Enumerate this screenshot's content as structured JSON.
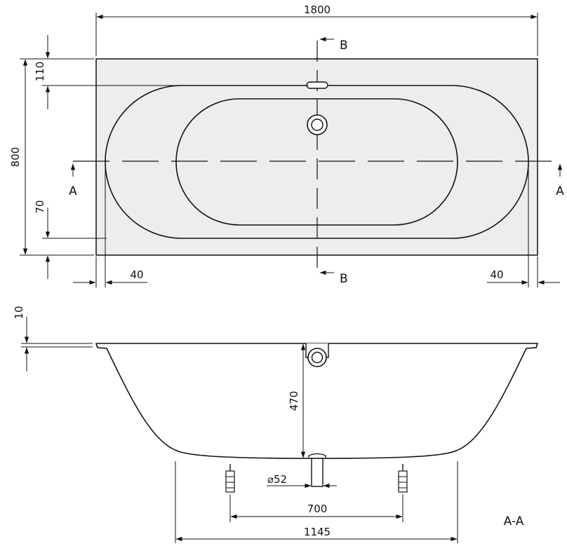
{
  "top_view": {
    "overall_length": "1800",
    "overall_width": "800",
    "rim_top_offset": "110",
    "rim_bottom_offset": "70",
    "left_offset": "40",
    "right_offset": "40",
    "section_a_left": "A",
    "section_a_right": "A",
    "section_b_top": "B",
    "section_b_bottom": "B"
  },
  "section_view": {
    "rim_thickness": "10",
    "depth": "470",
    "drain_diameter": "⌀52",
    "feet_spacing": "700",
    "bottom_length": "1145",
    "section_label": "A-A"
  },
  "colors": {
    "line": "#111111",
    "tub_fill": "#ededed"
  }
}
